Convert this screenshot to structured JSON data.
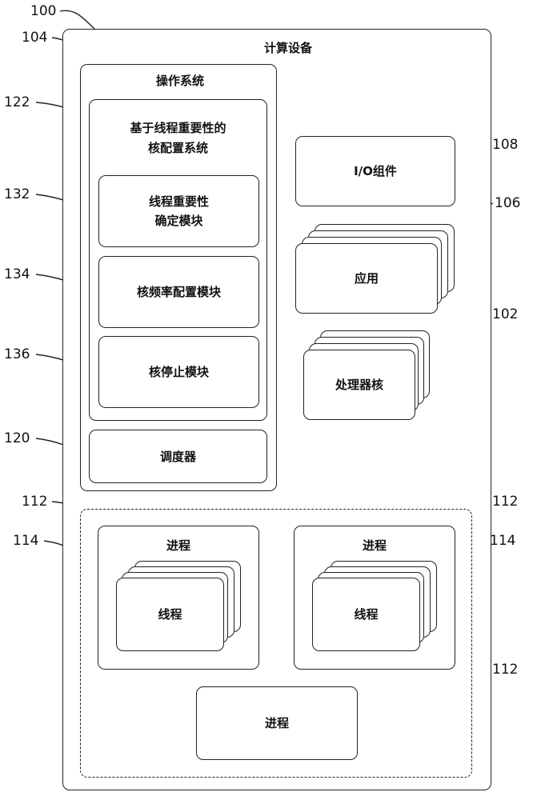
{
  "device": {
    "ref": "100",
    "label": "计算设备"
  },
  "os": {
    "ref": "104",
    "label": "操作系统",
    "core_config": {
      "ref": "122",
      "label": "基于线程重要性的\n核配置系统",
      "modules": [
        {
          "ref": "132",
          "label": "线程重要性\n确定模块"
        },
        {
          "ref": "134",
          "label": "核频率配置模块"
        },
        {
          "ref": "136",
          "label": "核停止模块"
        }
      ]
    },
    "scheduler": {
      "ref": "120",
      "label": "调度器"
    }
  },
  "io": {
    "ref": "108",
    "label": "I/O组件"
  },
  "apps": {
    "ref": "106",
    "label": "应用"
  },
  "cores": {
    "ref": "102",
    "label": "处理器核"
  },
  "processes": [
    {
      "ref": "112",
      "label": "进程",
      "threads_ref": "114",
      "thread_label": "线程"
    },
    {
      "ref": "112",
      "label": "进程",
      "threads_ref": "114",
      "thread_label": "线程"
    },
    {
      "ref": "112",
      "label": "进程"
    }
  ]
}
